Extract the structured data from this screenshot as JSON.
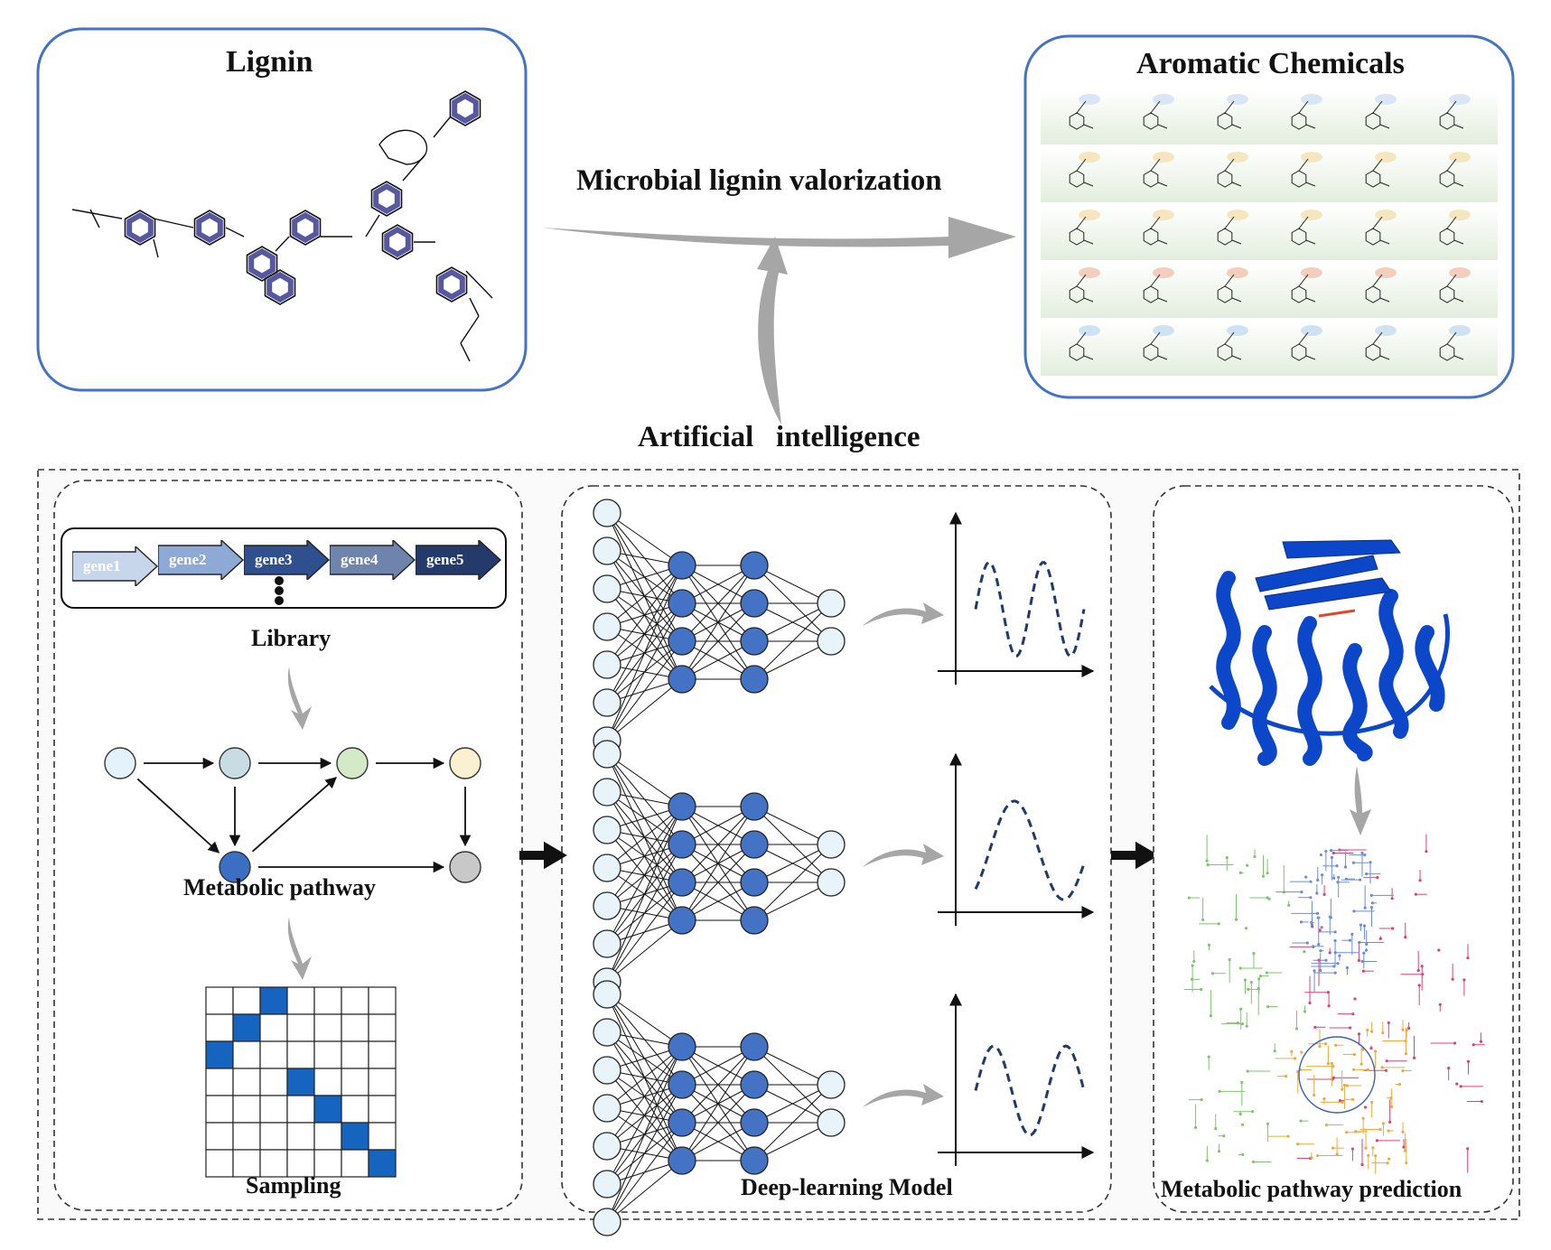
{
  "lignin_panel": {
    "title": "Lignin"
  },
  "aromatic_panel": {
    "title": "Aromatic Chemicals",
    "group_colors": [
      "#d6e2f5",
      "#f5e3b8",
      "#f5e3b8",
      "#f2c9b6",
      "#c9dff0"
    ]
  },
  "flow": {
    "valorization_label": "Microbial lignin valorization",
    "ai_label": "Artificial   intelligence"
  },
  "library_panel": {
    "genes": [
      {
        "label": "gene1",
        "color": "#c8d6ec"
      },
      {
        "label": "gene2",
        "color": "#8fa9d6"
      },
      {
        "label": "gene3",
        "color": "#2f4f8f"
      },
      {
        "label": "gene4",
        "color": "#6e84ad"
      },
      {
        "label": "gene5",
        "color": "#233a6b"
      }
    ],
    "library_label": "Library",
    "pathway_label": "Metabolic pathway",
    "sampling_label": "Sampling",
    "pathway_node_colors": [
      "#e4f2fb",
      "#c7dde3",
      "#d3e9c7",
      "#fbf1d2",
      "#3a6fc4",
      "#c8c8c8"
    ],
    "sampling_filled_cells": [
      [
        0,
        2
      ],
      [
        1,
        1
      ],
      [
        2,
        0
      ],
      [
        3,
        3
      ],
      [
        4,
        4
      ],
      [
        5,
        5
      ],
      [
        6,
        6
      ]
    ]
  },
  "model_panel": {
    "label": "Deep-learning Model"
  },
  "prediction_panel": {
    "label": "Metabolic pathway prediction"
  },
  "colors": {
    "panel_border": "#4472c4",
    "arrow_gray": "#a6a6a6",
    "node_blue": "#4472c4",
    "node_light": "#e8f3fa",
    "ring_blue": "#3b3b8f",
    "protein_blue": "#0d47c9"
  }
}
